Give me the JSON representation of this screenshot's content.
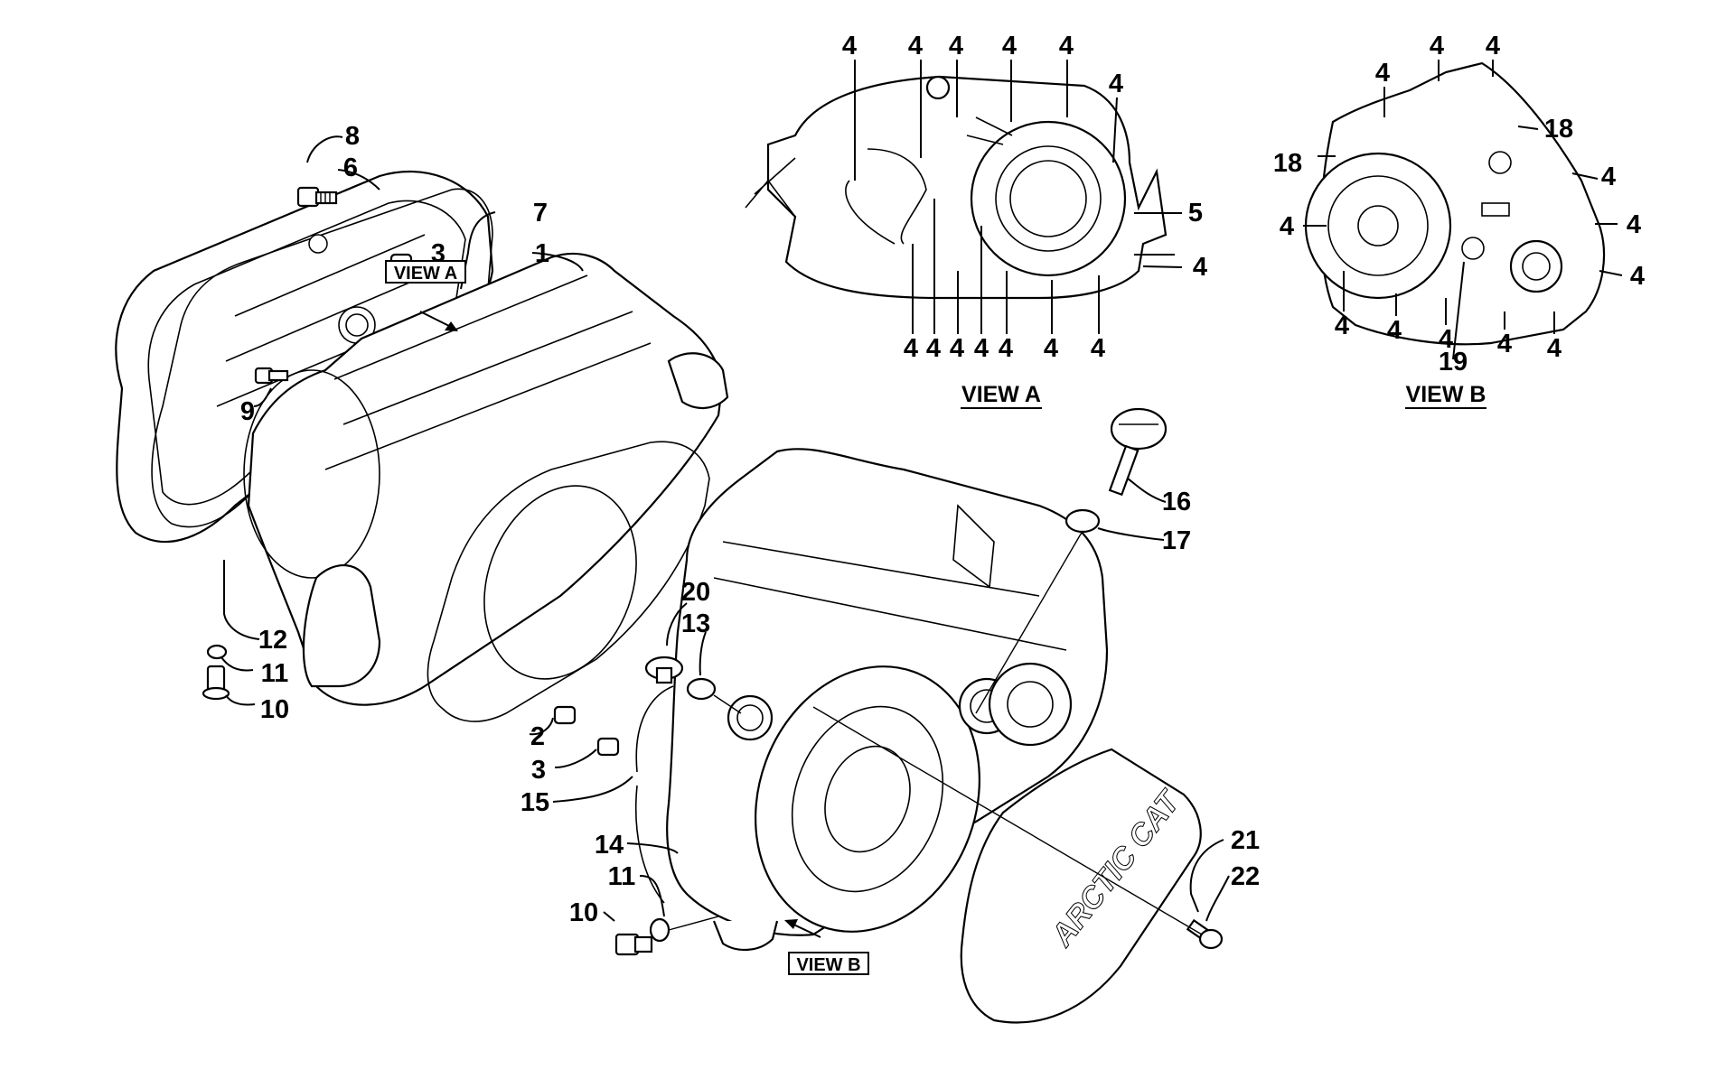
{
  "diagram": {
    "view_a_caption": "VIEW A",
    "view_b_caption": "VIEW B",
    "view_a_tag": "VIEW A",
    "view_b_tag": "VIEW B",
    "cover_brand": "ARCTIC CAT",
    "callouts": {
      "c1": "1",
      "c2": "2",
      "c3a": "3",
      "c3b": "3",
      "c5": "5",
      "c6": "6",
      "c7": "7",
      "c8": "8",
      "c9": "9",
      "c10a": "10",
      "c10b": "10",
      "c11a": "11",
      "c11b": "11",
      "c12": "12",
      "c13": "13",
      "c14": "14",
      "c15": "15",
      "c16": "16",
      "c17": "17",
      "c18a": "18",
      "c18b": "18",
      "c19": "19",
      "c20": "20",
      "c21": "21",
      "c22": "22"
    },
    "bolt_label": "4"
  }
}
